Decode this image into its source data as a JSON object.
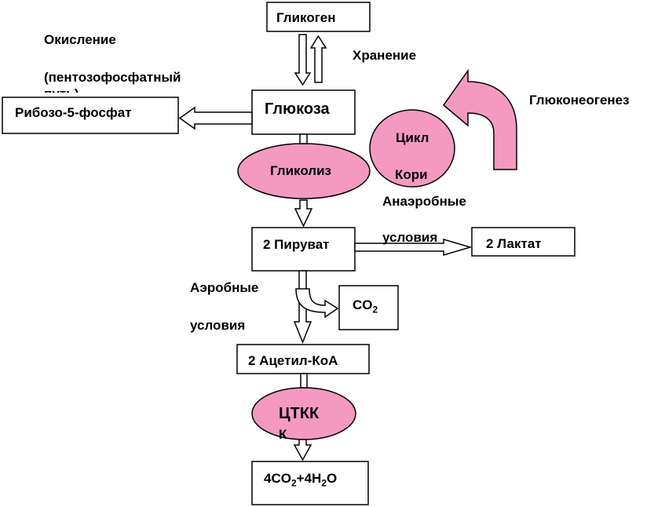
{
  "colors": {
    "accent_fill": "#f49ac1",
    "outline": "#000000",
    "background": "#ffffff"
  },
  "nodes": {
    "glycogen": "Гликоген",
    "glucose": "Глюкоза",
    "ribose": "Рибозо-5-фосфат",
    "glycolysis": "Гликолиз",
    "pyruvate": "2 Пируват",
    "lactate": "2 Лактат",
    "co2_main": "CO",
    "co2_sub": "2",
    "acetyl_coa": "2 Ацетил-КоА",
    "tcc_line1": "ЦТКК",
    "tcc_line2": "К",
    "final_a": "4CO",
    "final_sub1": "2",
    "final_b": "+4H",
    "final_sub2": "2",
    "final_c": "O",
    "cori_line1": "Цикл",
    "cori_line2": "Кори"
  },
  "labels": {
    "storage": "Хранение",
    "oxidation_line1": "Окисление",
    "oxidation_line2": "(пентозофосфатный",
    "oxidation_line3": "путь)",
    "gluconeogenesis": "Глюконеогенез",
    "anaerobic_line1": "Анаэробные",
    "anaerobic_line2": "условия",
    "aerobic_line1": "Аэробные",
    "aerobic_line2": "условия"
  }
}
